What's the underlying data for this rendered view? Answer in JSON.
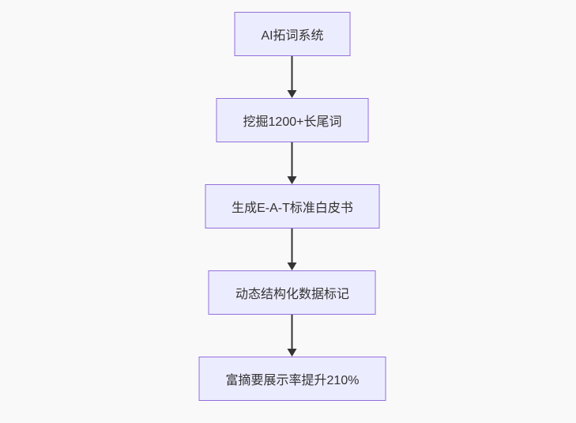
{
  "diagram": {
    "type": "flowchart",
    "direction": "top-down",
    "nodes": [
      {
        "id": "A",
        "label": "AI拓词系统"
      },
      {
        "id": "B",
        "label": "挖掘1200+长尾词"
      },
      {
        "id": "C",
        "label": "生成E-A-T标准白皮书"
      },
      {
        "id": "D",
        "label": "动态结构化数据标记"
      },
      {
        "id": "E",
        "label": "富摘要展示率提升210%"
      }
    ],
    "edges": [
      {
        "from": "A",
        "to": "B"
      },
      {
        "from": "B",
        "to": "C"
      },
      {
        "from": "C",
        "to": "D"
      },
      {
        "from": "D",
        "to": "E"
      }
    ]
  },
  "colors": {
    "background": "#f9f9f9",
    "node_fill": "#ECECFF",
    "node_border": "#9370DB",
    "node_text": "#333333",
    "arrow": "#333333"
  }
}
